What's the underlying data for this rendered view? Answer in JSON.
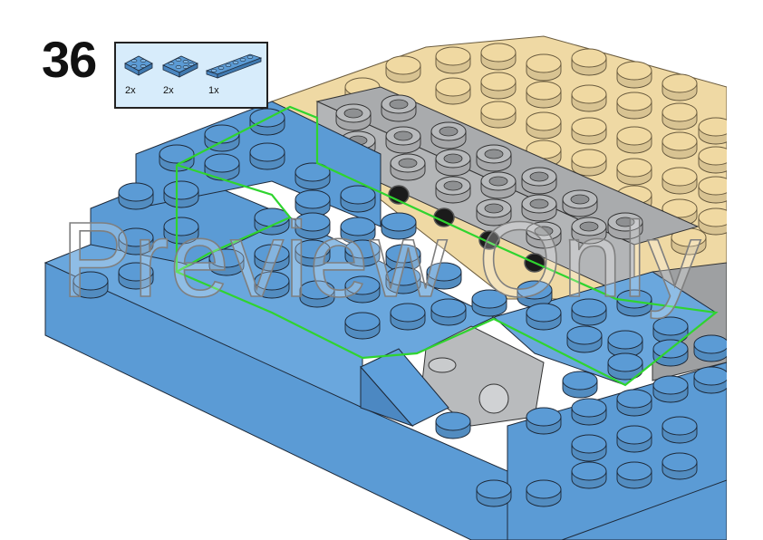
{
  "step": {
    "number": "36"
  },
  "parts_list": [
    {
      "name": "plate-2x2",
      "quantity": "2x",
      "color": "#5b9bd5"
    },
    {
      "name": "plate-2x3",
      "quantity": "2x",
      "color": "#5b9bd5"
    },
    {
      "name": "plate-1x6",
      "quantity": "1x",
      "color": "#5b9bd5"
    }
  ],
  "watermark": {
    "text": "Preview Only"
  },
  "colors": {
    "blue": "#5b9bd5",
    "tan": "#efd9a4",
    "gray": "#a9abad",
    "highlight": "#2fd42f",
    "parts_box_bg": "#d7ecfb"
  }
}
